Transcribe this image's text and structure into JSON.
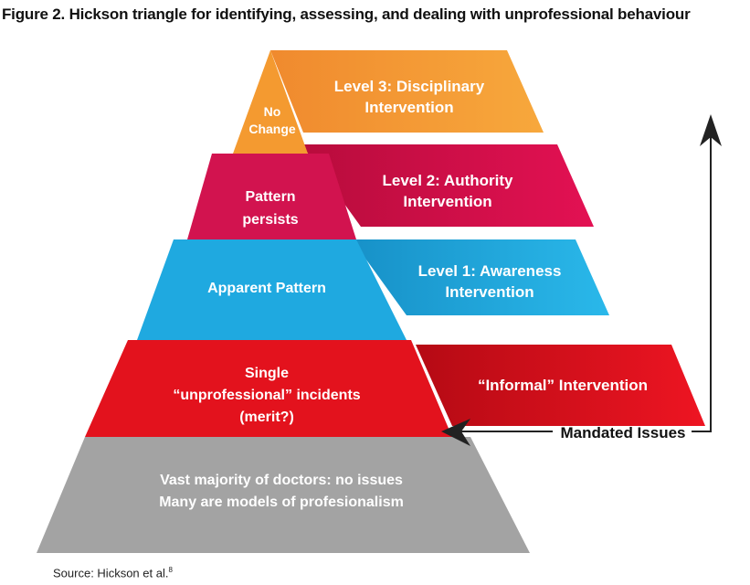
{
  "title": "Figure 2. Hickson triangle for identifying, assessing, and dealing with unprofessional behaviour",
  "source": {
    "text": "Source: Hickson et al.",
    "ref": "8"
  },
  "tiers": [
    {
      "pyramid_label": [
        "No",
        "Change"
      ],
      "band_label": [
        "Level 3: Disciplinary",
        "Intervention"
      ],
      "color": "#F49A30"
    },
    {
      "pyramid_label": [
        "Pattern",
        "persists"
      ],
      "band_label": [
        "Level 2: Authority",
        "Intervention"
      ],
      "color": "#D7104E"
    },
    {
      "pyramid_label": [
        "Apparent Pattern"
      ],
      "band_label": [
        "Level 1: Awareness",
        "Intervention"
      ],
      "color": "#1FA9E0"
    },
    {
      "pyramid_label": [
        "Single",
        "“unprofessional” incidents",
        "(merit?)"
      ],
      "band_label": [
        "“Informal” Intervention"
      ],
      "color": "#E0101E"
    },
    {
      "pyramid_label": [
        "Vast majority of doctors: no issues",
        "Many are models of profesionalism"
      ],
      "color": "#A3A3A3"
    }
  ],
  "arrow_label": "Mandated Issues"
}
